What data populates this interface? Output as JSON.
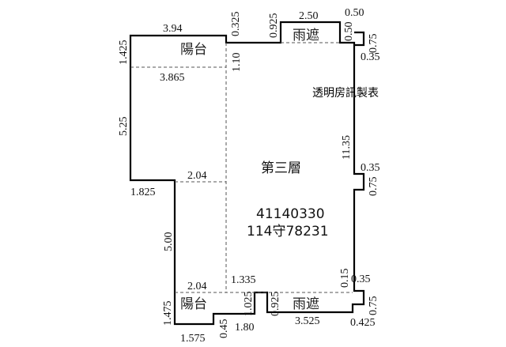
{
  "title": "透明房訊製表",
  "floor": "第三層",
  "code1": "41140330",
  "code2": "114守78231",
  "rooms": {
    "balcony_top": "陽台",
    "balcony_bottom": "陽台",
    "canopy_top": "雨遮",
    "canopy_bottom": "雨遮"
  },
  "dims": {
    "d394": "3.94",
    "d1425": "1.425",
    "d0325": "0.325",
    "d0925a": "0.925",
    "d250": "2.50",
    "d050a": "0.50",
    "d050b": "0.50",
    "d075a": "0.75",
    "d035a": "0.35",
    "d110": "1.10",
    "d3865": "3.865",
    "d525": "5.25",
    "d1825": "1.825",
    "d204a": "2.04",
    "d1135": "11.35",
    "d035b": "0.35",
    "d075b": "0.75",
    "d500": "5.00",
    "d204b": "2.04",
    "d1335": "1.335",
    "d015": "0.15",
    "d035c": "0.35",
    "d1475": "1.475",
    "d1025": "1.025",
    "d0925b": "0.925",
    "d075c": "0.75",
    "d045": "0.45",
    "d180": "1.80",
    "d3525": "3.525",
    "d0425": "0.425",
    "d1575": "1.575"
  }
}
